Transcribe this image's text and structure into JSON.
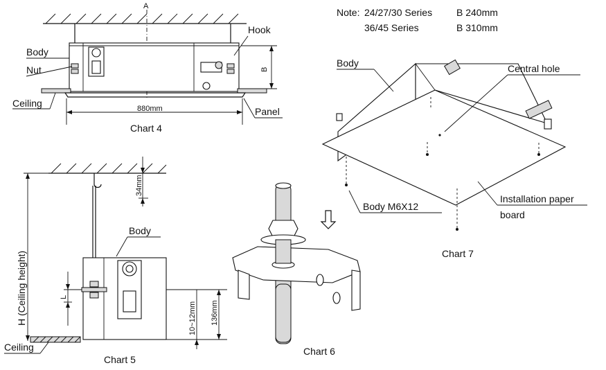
{
  "note": {
    "prefix": "Note:",
    "row1_series": "24/27/30 Series",
    "row1_dim": "B  240mm",
    "row2_series": "36/45 Series",
    "row2_dim": "B  310mm"
  },
  "chart4": {
    "axis_label": "A",
    "hook": "Hook",
    "body": "Body",
    "nut": "Nut",
    "b_dim": "B",
    "ceiling": "Ceiling",
    "width_dim": "880mm",
    "panel": "Panel",
    "caption": "Chart 4"
  },
  "chart5": {
    "height_label": "H (Ceiling height)",
    "dim_34": "34mm",
    "body": "Body",
    "l_label": "L",
    "dim_10_12": "10~12mm",
    "dim_136": "136mm",
    "ceiling": "Ceiling",
    "caption": "Chart 5"
  },
  "chart6": {
    "caption": "Chart 6"
  },
  "chart7": {
    "body": "Body",
    "central_hole": "Central hole",
    "body_screw": "Body M6X12",
    "paper_board_line1": "Installation paper",
    "paper_board_line2": "board",
    "caption": "Chart 7"
  }
}
